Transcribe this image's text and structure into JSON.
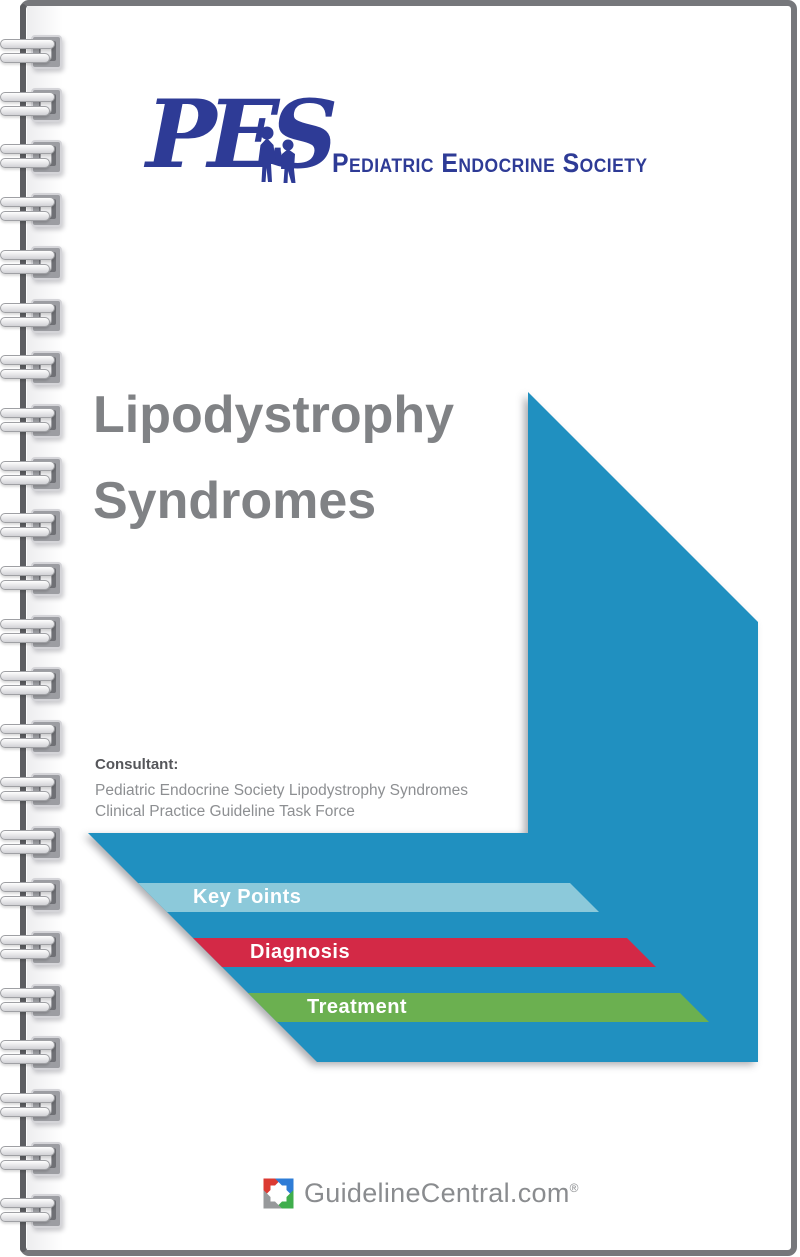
{
  "logo": {
    "monogram": "PES",
    "org_name": "Pediatric Endocrine Society",
    "color": "#2e3b96"
  },
  "title": {
    "line1": "Lipodystrophy",
    "line2": "Syndromes",
    "color": "#808285"
  },
  "consultant": {
    "label": "Consultant:",
    "line1": "Pediatric Endocrine Society Lipodystrophy Syndromes",
    "line2": "Clinical Practice Guideline Task Force"
  },
  "arrow": {
    "color": "#2090C0"
  },
  "tabs": [
    {
      "label": "Key Points",
      "color": "#8CC9DA"
    },
    {
      "label": "Diagnosis",
      "color": "#D32946"
    },
    {
      "label": "Treatment",
      "color": "#6BB050"
    }
  ],
  "footer": {
    "brand": "GuidelineCentral.com",
    "registered_mark": "®",
    "icon_colors": {
      "top_left": "#DB3A32",
      "top_right": "#2E7CD6",
      "bottom_right": "#3FAE4C",
      "bottom_left": "#97999B"
    }
  },
  "binding": {
    "coil_count": 23
  }
}
